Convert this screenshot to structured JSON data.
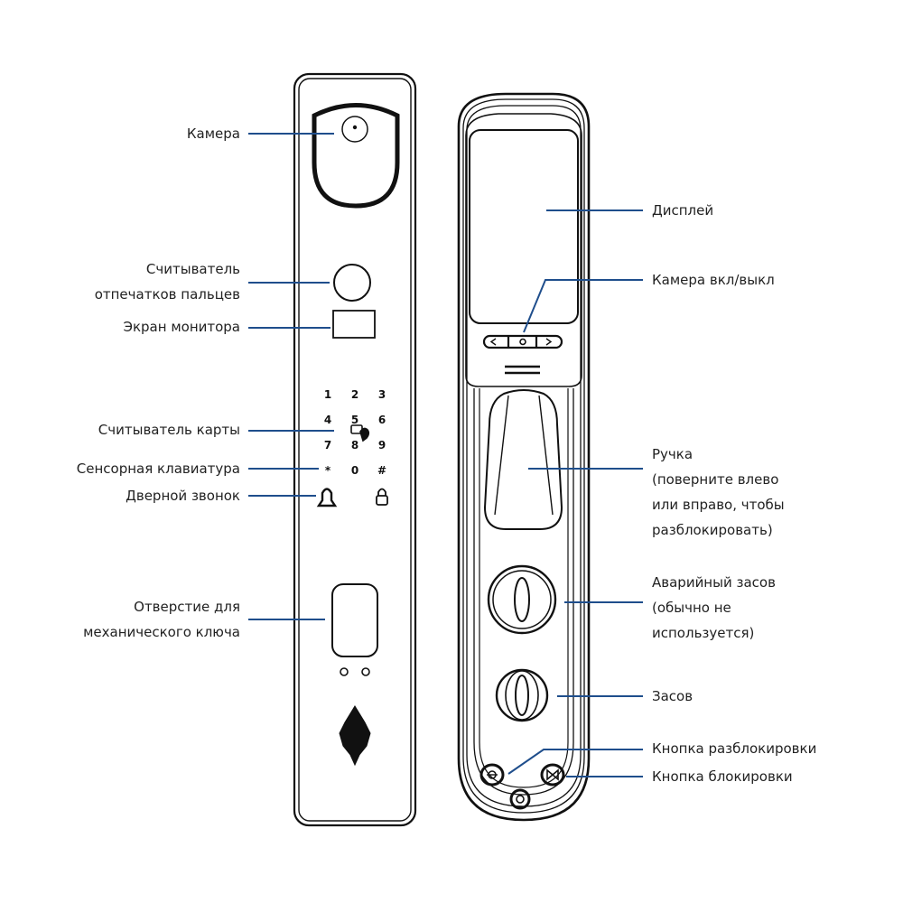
{
  "colors": {
    "leader_line": "#1f4e8c",
    "outline": "#111111",
    "background": "#ffffff",
    "text": "#222222"
  },
  "front_panel": {
    "keypad_keys": [
      "1",
      "2",
      "3",
      "4",
      "5",
      "6",
      "7",
      "8",
      "9",
      "*",
      "0",
      "#"
    ],
    "icons": [
      "camera-icon",
      "fingerprint-sensor-icon",
      "monitor-screen-icon",
      "card-reader-icon",
      "doorbell-icon",
      "lock-icon",
      "key-hole-icon",
      "speaker-grille-icon"
    ],
    "labels": {
      "camera": [
        "Камера"
      ],
      "fingerprint": [
        "Считыватель",
        "отпечатков пальцев"
      ],
      "monitor_screen": [
        "Экран монитора"
      ],
      "card_reader": [
        "Считыватель карты"
      ],
      "touch_keypad": [
        "Сенсорная клавиатура"
      ],
      "doorbell": [
        "Дверной звонок"
      ],
      "key_hole": [
        "Отверстие для",
        "механического ключа"
      ]
    }
  },
  "back_panel": {
    "icons": [
      "display-icon",
      "camera-toggle-button-icon",
      "handle-icon",
      "emergency-latch-icon",
      "latch-icon",
      "unlock-button-icon",
      "lock-button-icon"
    ],
    "labels": {
      "display": [
        "Дисплей"
      ],
      "camera_toggle": [
        "Камера вкл/выкл"
      ],
      "handle": [
        "Ручка",
        "(поверните влево",
        "или вправо, чтобы",
        "разблокировать)"
      ],
      "emergency_latch": [
        "Аварийный засов",
        "(обычно не",
        "используется)"
      ],
      "latch": [
        "Засов"
      ],
      "unlock_button": [
        "Кнопка разблокировки"
      ],
      "lock_button": [
        "Кнопка блокировки"
      ]
    }
  }
}
